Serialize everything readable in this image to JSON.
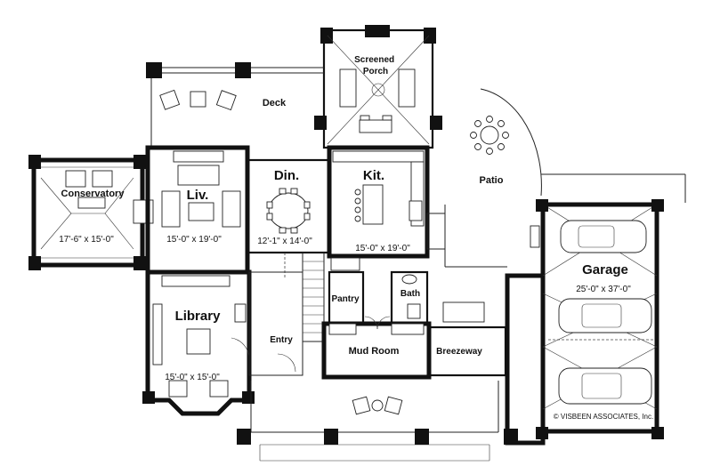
{
  "rooms": {
    "screened_porch": "Screened\nPorch",
    "deck": "Deck",
    "conservatory": "Conservatory",
    "conservatory_dim": "17'-6\" x 15'-0\"",
    "living": "Liv.",
    "living_dim": "15'-0\" x 19'-0\"",
    "dining": "Din.",
    "dining_dim": "12'-1\" x 14'-0\"",
    "kitchen": "Kit.",
    "kitchen_dim": "15'-0\" x 19'-0\"",
    "patio": "Patio",
    "garage": "Garage",
    "garage_dim": "25'-0\" x 37'-0\"",
    "pantry": "Pantry",
    "bath": "Bath",
    "library": "Library",
    "library_dim": "15'-0\" x 15'-0\"",
    "entry": "Entry",
    "mud_room": "Mud Room",
    "breezeway": "Breezeway"
  },
  "copyright": "© VISBEEN ASSOCIATES, Inc.",
  "colors": {
    "ink": "#111111",
    "paper": "#ffffff"
  }
}
